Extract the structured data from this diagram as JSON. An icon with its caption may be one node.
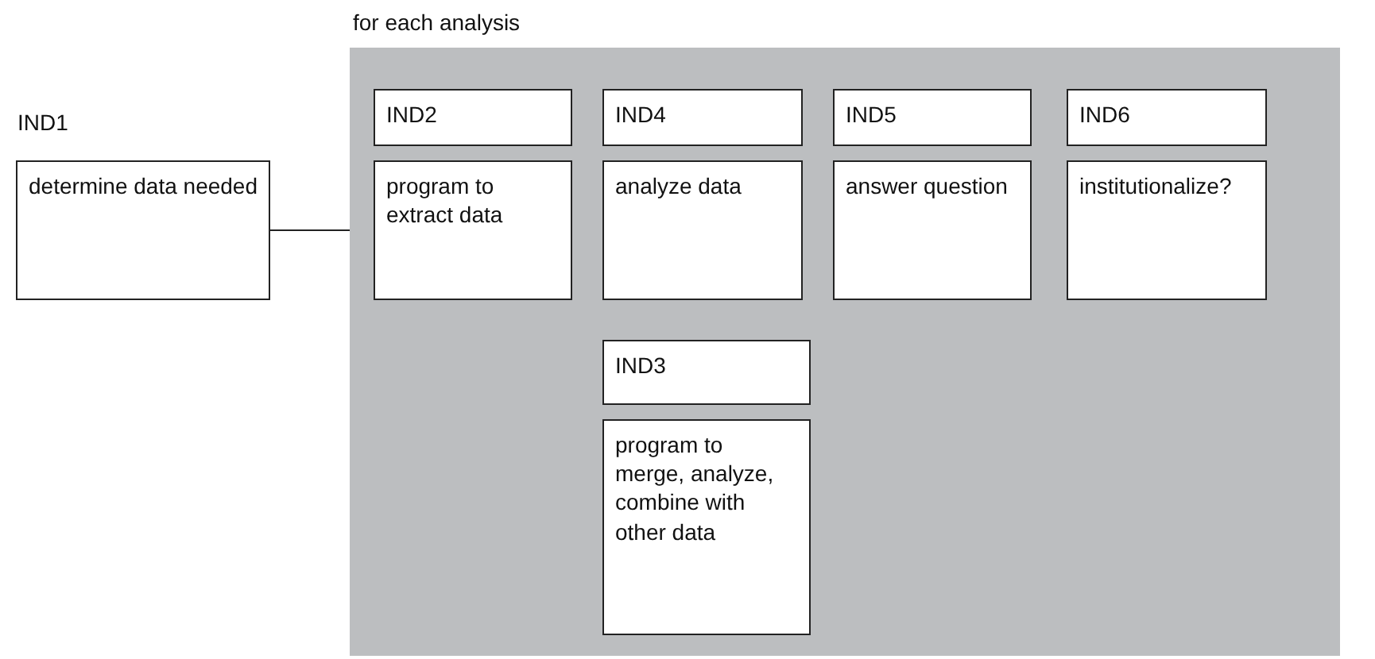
{
  "diagram": {
    "nodes": [
      {
        "text": [
          "IND1",
          "determine data needed"
        ]
      },
      {
        "text": [
          "for each analysis"
        ]
      },
      {
        "text": [
          "IND2"
        ],
        "in": 1
      },
      {
        "text": [
          "IND4"
        ],
        "in": 1
      },
      {
        "text": [
          "IND5"
        ],
        "in": 1
      },
      {
        "text": [
          "IND6"
        ],
        "in": 1
      },
      {
        "text": [
          "program to extract data"
        ],
        "in": 1
      },
      {
        "text": [
          "analyze data"
        ],
        "in": 1
      },
      {
        "text": [
          "answer question"
        ],
        "in": 1
      },
      {
        "text": [
          "institutionalize?"
        ],
        "in": 1
      },
      {
        "text": [
          "IND3"
        ],
        "in": 1
      },
      {
        "text": [
          "program to merge, analyze, combine with other data"
        ],
        "in": 1
      }
    ],
    "edges": [
      {
        "from": 0,
        "to": 1,
        "arrow": "none"
      }
    ]
  }
}
